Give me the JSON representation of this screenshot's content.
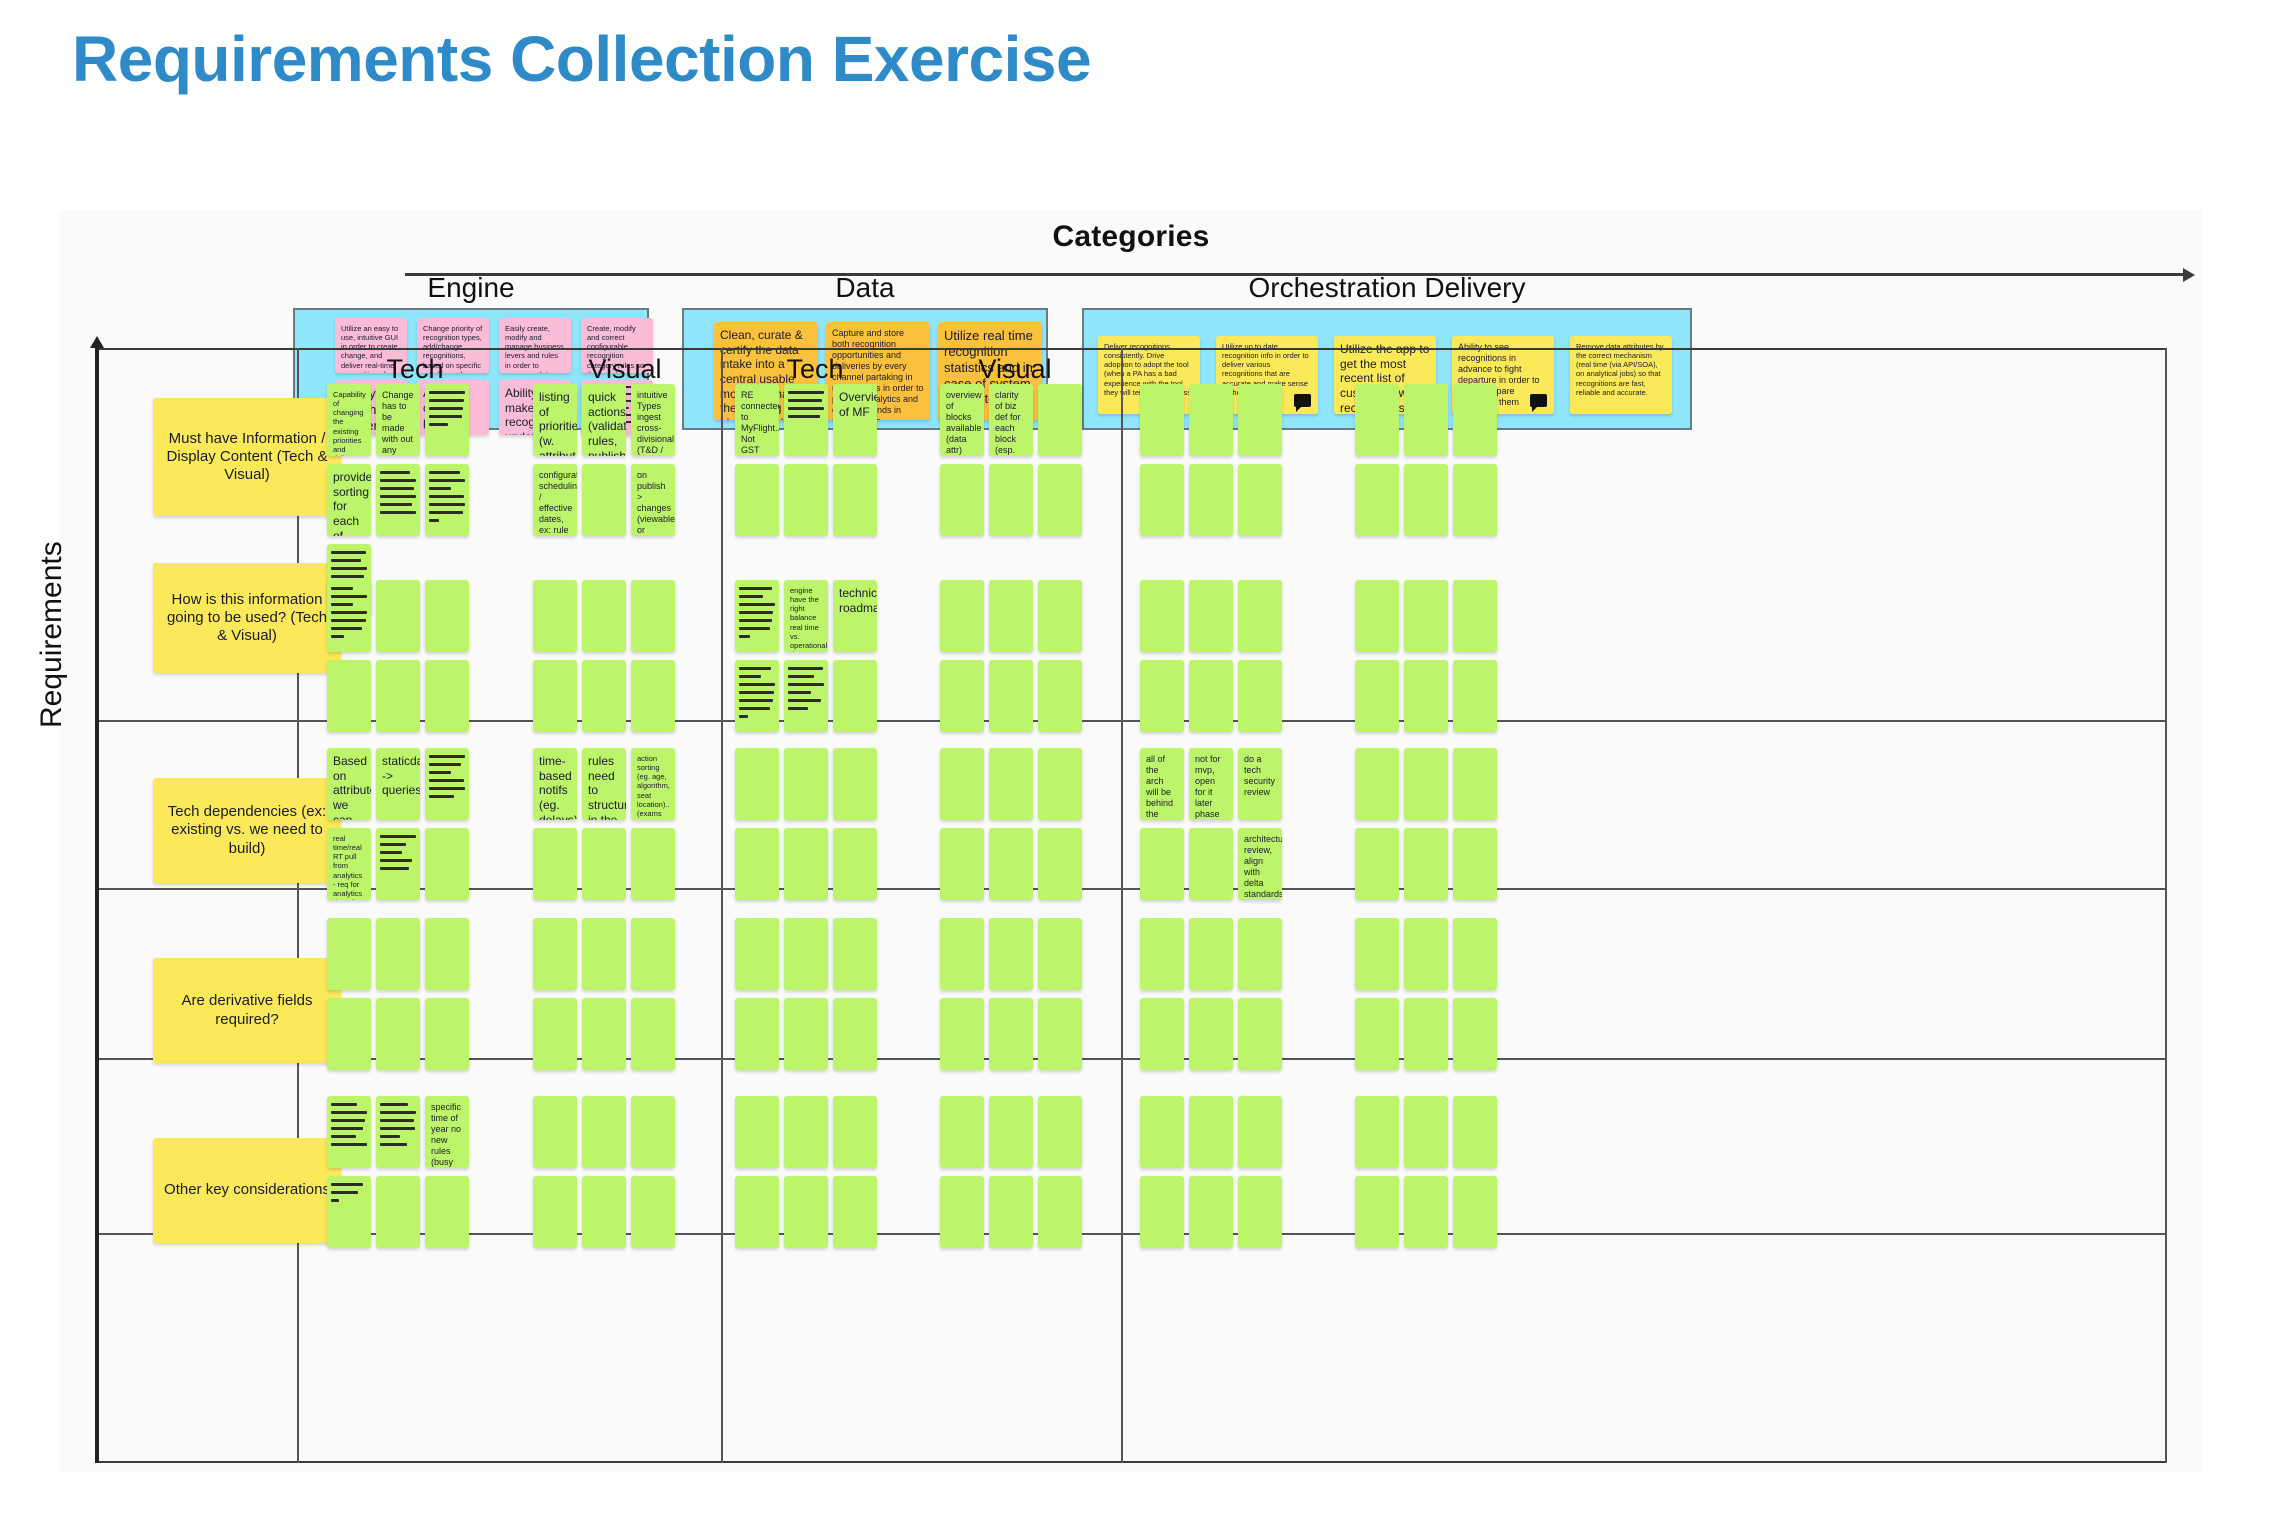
{
  "page": {
    "title": "Requirements Collection Exercise",
    "title_color": "#2e8bc8"
  },
  "axes": {
    "x_axis_label": "Categories",
    "y_axis_label": "Requirements"
  },
  "colors": {
    "pink_note": "#fbbcd8",
    "orange_note": "#fbc03c",
    "yellow_note": "#fbe95a",
    "green_note": "#bdf56a",
    "blue_band": "#8fe6fb",
    "title_blue": "#2e8bc8"
  },
  "categories": [
    {
      "name": "Engine"
    },
    {
      "name": "Data"
    },
    {
      "name": "Orchestration Delivery"
    }
  ],
  "subheaders": {
    "tech": "Tech",
    "visual": "Visual"
  },
  "row_labels": [
    "Must have Information / Display Content (Tech & Visual)",
    "How is this information going to be used? (Tech & Visual)",
    "Tech dependencies (ex: existing vs. we need to build)",
    "Are derivative fields required?",
    "Other key considerations"
  ],
  "engine_band_notes": [
    {
      "text": "Utilize an easy to use, intuitive GUI in order to create, change, and deliver real-time recognitions fast and easily",
      "size": "xsmall"
    },
    {
      "text": "Change priority of recognition types, add/change recognitions, based on specific ads (time of year, events, etc.)",
      "size": "xsmall"
    },
    {
      "text": "Easily create, modify and manage business levers and rules in order to accommodate business requests with speed and ease",
      "size": "xsmall"
    },
    {
      "text": "Create, modify and correct configurable recognition category rules so that quick changes can be made based on business decisions",
      "size": "xsmall"
    },
    {
      "text": "Ability to see the Current state of recognitions (campaigns)",
      "size": "big"
    },
    {
      "text": "Ability to change priorities and see those changes delivered fast",
      "size": "med"
    },
    {
      "text": "Ability to make recognition updates without relying on the technical team",
      "size": "med"
    },
    {
      "text": "",
      "scribbles": [
        100,
        92,
        96,
        70,
        88,
        100
      ]
    }
  ],
  "data_band_notes": [
    {
      "text": "Clean, curate & certify the data intake into a central usable model so that the building blocks used in recognition rules are easily business defined",
      "size": "med"
    },
    {
      "text": "Capture and store both recognition opportunities and deliveries by every channel partaking in recognitions in order to perform analytics and observe trends in recognitions performance and impact.",
      "size": "small"
    },
    {
      "text": "Utilize real time recognition statistics and in case of system issues to react quickly",
      "size": "big"
    }
  ],
  "orchestration_band_notes": [
    {
      "text": "Deliver recognitions consistently. Drive adoption to adopt the tool (when a PA has a bad experience with the tool they will tend to use it less)",
      "size": "xsmall",
      "bubble": false
    },
    {
      "text": "Utilize up to date recognition info in order to deliver various recognitions that are accurate and make sense to the customer",
      "size": "xsmall",
      "bubble": true
    },
    {
      "text": "Utilize the app to get the most recent list of customers with recognitions",
      "size": "med",
      "bubble": true
    },
    {
      "text": "Ability to see recognitions in advance to fight departure in order to better prepare delivering them",
      "size": "small",
      "bubble": true
    },
    {
      "text": "Remove data attributes by the correct mechanism (real time (via API/SOA), on analytical jobs) so that recognitions are fast, reliable and accurate.",
      "size": "xsmall",
      "bubble": false
    }
  ],
  "cells": [
    {
      "row": 0,
      "category": "Engine",
      "group": "Tech",
      "notes": [
        {
          "text": "Capability of changing the existing priorities and deliver those realtime",
          "size": "xsmall"
        },
        {
          "text": "Change has to be made with out any development needed",
          "size": "small"
        },
        {
          "text": "",
          "scribbles": [
            100,
            96,
            94,
            90,
            52
          ]
        },
        {
          "text": "provide sorting for each of these rules",
          "size": "med"
        },
        {
          "text": "",
          "scribbles": [
            82,
            100,
            94,
            98,
            88,
            100
          ]
        },
        {
          "text": "",
          "scribbles": [
            86,
            100,
            60,
            96,
            100,
            92,
            28
          ]
        },
        {
          "text": "",
          "scribbles": [
            96,
            82,
            100,
            90,
            64
          ]
        }
      ]
    },
    {
      "row": 0,
      "category": "Engine",
      "group": "Visual",
      "notes": [
        {
          "text": "listing of priorities (w. attributes)",
          "size": "med"
        },
        {
          "text": "quick actions (validate rules, publish)",
          "size": "med"
        },
        {
          "text": "intuitive Types ingest cross-divisional (T&D / def't: cases)",
          "size": "small"
        },
        {
          "text": "configuration: scheduling / effective dates, ex: rule implementation",
          "size": "small"
        },
        {
          "text": "",
          "empty": true
        },
        {
          "text": "on publish > changes (viewable or confirmed)",
          "size": "small"
        }
      ]
    },
    {
      "row": 0,
      "category": "Data",
      "group": "Tech",
      "notes": [
        {
          "text": "RE connected to MyFlight.. Not GST",
          "size": "small"
        },
        {
          "text": "",
          "scribbles": [
            100,
            94,
            100,
            88
          ]
        },
        {
          "text": "Overview of MF",
          "size": "med"
        },
        {
          "text": "",
          "empty": true
        },
        {
          "text": "",
          "empty": true
        },
        {
          "text": "",
          "empty": true
        }
      ]
    },
    {
      "row": 0,
      "category": "Data",
      "group": "Visual",
      "notes": [
        {
          "text": "overview of blocks available (data attr)",
          "size": "small"
        },
        {
          "text": "clarity of biz def for each block (esp. for PO)",
          "size": "small"
        },
        {
          "text": "",
          "empty": true
        },
        {
          "text": "",
          "empty": true
        },
        {
          "text": "",
          "empty": true
        },
        {
          "text": "",
          "empty": true
        }
      ]
    },
    {
      "row": 0,
      "category": "Orchestration Delivery",
      "group": "Tech",
      "notes": [
        {
          "empty": true
        },
        {
          "empty": true
        },
        {
          "empty": true
        },
        {
          "empty": true
        },
        {
          "empty": true
        },
        {
          "empty": true
        }
      ]
    },
    {
      "row": 0,
      "category": "Orchestration Delivery",
      "group": "Visual",
      "notes": [
        {
          "empty": true
        },
        {
          "empty": true
        },
        {
          "empty": true
        },
        {
          "empty": true
        },
        {
          "empty": true
        },
        {
          "empty": true
        }
      ]
    },
    {
      "row": 1,
      "category": "Engine",
      "group": "Tech",
      "notes": [
        {
          "text": "",
          "scribbles": [
            60,
            100,
            62,
            100,
            96,
            86,
            36
          ]
        },
        {
          "empty": true
        },
        {
          "empty": true
        },
        {
          "empty": true
        },
        {
          "empty": true
        },
        {
          "empty": true
        }
      ]
    },
    {
      "row": 1,
      "category": "Engine",
      "group": "Visual",
      "notes": [
        {
          "empty": true
        },
        {
          "empty": true
        },
        {
          "empty": true
        },
        {
          "empty": true
        },
        {
          "empty": true
        },
        {
          "empty": true
        }
      ]
    },
    {
      "row": 1,
      "category": "Data",
      "group": "Tech",
      "notes": [
        {
          "text": "",
          "scribbles": [
            90,
            66,
            100,
            94,
            90,
            84,
            30
          ]
        },
        {
          "text": "engine have the right balance real time vs. operational data so best is the engine",
          "size": "xsmall"
        },
        {
          "text": "technical roadmap",
          "size": "med"
        },
        {
          "text": "",
          "scribbles": [
            88,
            60,
            100,
            96,
            92,
            86,
            26
          ]
        },
        {
          "text": "",
          "scribbles": [
            96,
            72,
            100,
            64,
            90,
            56
          ]
        },
        {
          "empty": true
        }
      ]
    },
    {
      "row": 1,
      "category": "Data",
      "group": "Visual",
      "notes": [
        {
          "empty": true
        },
        {
          "empty": true
        },
        {
          "empty": true
        },
        {
          "empty": true
        },
        {
          "empty": true
        },
        {
          "empty": true
        }
      ]
    },
    {
      "row": 1,
      "category": "Orchestration Delivery",
      "group": "Tech",
      "notes": [
        {
          "empty": true
        },
        {
          "empty": true
        },
        {
          "empty": true
        },
        {
          "empty": true
        },
        {
          "empty": true
        },
        {
          "empty": true
        }
      ]
    },
    {
      "row": 1,
      "category": "Orchestration Delivery",
      "group": "Visual",
      "notes": [
        {
          "empty": true
        },
        {
          "empty": true
        },
        {
          "empty": true
        },
        {
          "empty": true
        },
        {
          "empty": true
        },
        {
          "empty": true
        }
      ]
    },
    {
      "row": 2,
      "category": "Engine",
      "group": "Tech",
      "notes": [
        {
          "text": "Based on attributes we can use dbms calls",
          "size": "med"
        },
        {
          "text": "staticdata -> queries",
          "size": "med"
        },
        {
          "text": "",
          "scribbles": [
            100,
            88,
            60,
            96,
            100,
            68
          ]
        },
        {
          "text": "real time/real RT pull from analytics - req for analytics do Q for static data",
          "size": "xsmall"
        },
        {
          "text": "",
          "scribbles": [
            100,
            72,
            60,
            88,
            80
          ]
        },
        {
          "empty": true
        }
      ]
    },
    {
      "row": 2,
      "category": "Engine",
      "group": "Visual",
      "notes": [
        {
          "text": "time-based notifs (eg. delays)",
          "size": "med"
        },
        {
          "text": "rules need to structure in the order end conditions",
          "size": "med"
        },
        {
          "text": "action sorting (eg. age, algorithm, seat location).. (exams on every level)",
          "size": "xsmall"
        },
        {
          "empty": true
        },
        {
          "empty": true
        },
        {
          "empty": true
        }
      ]
    },
    {
      "row": 2,
      "category": "Data",
      "group": "Tech",
      "notes": [
        {
          "empty": true
        },
        {
          "empty": true
        },
        {
          "empty": true
        },
        {
          "empty": true
        },
        {
          "empty": true
        },
        {
          "empty": true
        }
      ]
    },
    {
      "row": 2,
      "category": "Data",
      "group": "Visual",
      "notes": [
        {
          "empty": true
        },
        {
          "empty": true
        },
        {
          "empty": true
        },
        {
          "empty": true
        },
        {
          "empty": true
        },
        {
          "empty": true
        }
      ]
    },
    {
      "row": 2,
      "category": "Orchestration Delivery",
      "group": "Tech",
      "notes": [
        {
          "text": "all of the arch will be behind the delta firewall?",
          "size": "small"
        },
        {
          "text": "not for mvp, open for it later phase",
          "size": "small"
        },
        {
          "text": "do a tech security review",
          "size": "small"
        },
        {
          "empty": true
        },
        {
          "empty": true
        },
        {
          "text": "architecture review, align with delta standards",
          "size": "small"
        }
      ]
    },
    {
      "row": 2,
      "category": "Orchestration Delivery",
      "group": "Visual",
      "notes": [
        {
          "empty": true
        },
        {
          "empty": true
        },
        {
          "empty": true
        },
        {
          "empty": true
        },
        {
          "empty": true
        },
        {
          "empty": true
        }
      ]
    },
    {
      "row": 3,
      "category": "Engine",
      "group": "Tech",
      "notes": [
        {
          "empty": true
        },
        {
          "empty": true
        },
        {
          "empty": true
        },
        {
          "empty": true
        },
        {
          "empty": true
        },
        {
          "empty": true
        }
      ]
    },
    {
      "row": 3,
      "category": "Engine",
      "group": "Visual",
      "notes": [
        {
          "empty": true
        },
        {
          "empty": true
        },
        {
          "empty": true
        },
        {
          "empty": true
        },
        {
          "empty": true
        },
        {
          "empty": true
        }
      ]
    },
    {
      "row": 3,
      "category": "Data",
      "group": "Tech",
      "notes": [
        {
          "empty": true
        },
        {
          "empty": true
        },
        {
          "empty": true
        },
        {
          "empty": true
        },
        {
          "empty": true
        },
        {
          "empty": true
        }
      ]
    },
    {
      "row": 3,
      "category": "Data",
      "group": "Visual",
      "notes": [
        {
          "empty": true
        },
        {
          "empty": true
        },
        {
          "empty": true
        },
        {
          "empty": true
        },
        {
          "empty": true
        },
        {
          "empty": true
        }
      ]
    },
    {
      "row": 3,
      "category": "Orchestration Delivery",
      "group": "Tech",
      "notes": [
        {
          "empty": true
        },
        {
          "empty": true
        },
        {
          "empty": true
        },
        {
          "empty": true
        },
        {
          "empty": true
        },
        {
          "empty": true
        }
      ]
    },
    {
      "row": 3,
      "category": "Orchestration Delivery",
      "group": "Visual",
      "notes": [
        {
          "empty": true
        },
        {
          "empty": true
        },
        {
          "empty": true
        },
        {
          "empty": true
        },
        {
          "empty": true
        },
        {
          "empty": true
        }
      ]
    },
    {
      "row": 4,
      "category": "Engine",
      "group": "Tech",
      "notes": [
        {
          "text": "",
          "scribbles": [
            72,
            100,
            92,
            88,
            70,
            100
          ]
        },
        {
          "text": "",
          "scribbles": [
            76,
            100,
            94,
            96,
            56,
            74
          ]
        },
        {
          "text": "specific time of year no new rules (busy szn)",
          "size": "small"
        },
        {
          "text": "",
          "scribbles": [
            88,
            74,
            22
          ]
        },
        {
          "empty": true
        },
        {
          "empty": true
        }
      ]
    },
    {
      "row": 4,
      "category": "Engine",
      "group": "Visual",
      "notes": [
        {
          "empty": true
        },
        {
          "empty": true
        },
        {
          "empty": true
        },
        {
          "empty": true
        },
        {
          "empty": true
        },
        {
          "empty": true
        }
      ]
    },
    {
      "row": 4,
      "category": "Data",
      "group": "Tech",
      "notes": [
        {
          "empty": true
        },
        {
          "empty": true
        },
        {
          "empty": true
        },
        {
          "empty": true
        },
        {
          "empty": true
        },
        {
          "empty": true
        }
      ]
    },
    {
      "row": 4,
      "category": "Data",
      "group": "Visual",
      "notes": [
        {
          "empty": true
        },
        {
          "empty": true
        },
        {
          "empty": true
        },
        {
          "empty": true
        },
        {
          "empty": true
        },
        {
          "empty": true
        }
      ]
    },
    {
      "row": 4,
      "category": "Orchestration Delivery",
      "group": "Tech",
      "notes": [
        {
          "empty": true
        },
        {
          "empty": true
        },
        {
          "empty": true
        },
        {
          "empty": true
        },
        {
          "empty": true
        },
        {
          "empty": true
        }
      ]
    },
    {
      "row": 4,
      "category": "Orchestration Delivery",
      "group": "Visual",
      "notes": [
        {
          "empty": true
        },
        {
          "empty": true
        },
        {
          "empty": true
        },
        {
          "empty": true
        },
        {
          "empty": true
        },
        {
          "empty": true
        }
      ]
    }
  ]
}
